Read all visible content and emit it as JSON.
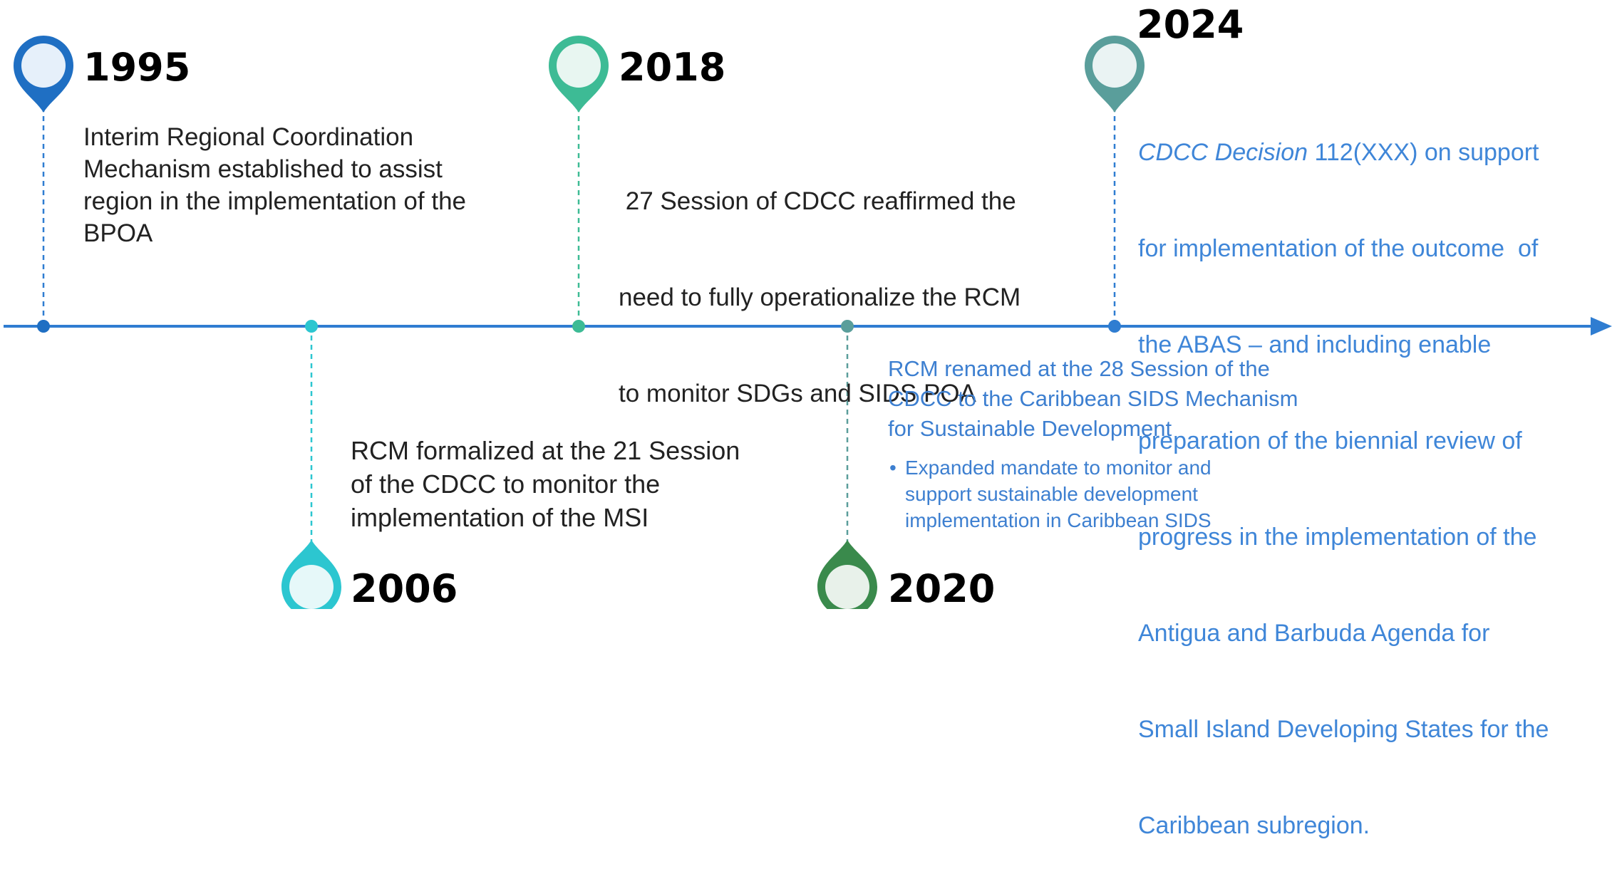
{
  "timeline": {
    "events": [
      {
        "year": "1995",
        "color": "#1f6fc3",
        "text": [
          "Interim Regional Coordination",
          "Mechanism established to assist",
          "region in the implementation of the",
          "BPOA"
        ]
      },
      {
        "year": "2006",
        "color": "#2cc6d0",
        "text": [
          "RCM formalized at the 21 Session",
          "of the CDCC to monitor the",
          "implementation of the MSI"
        ]
      },
      {
        "year": "2018",
        "color": "#3dbb95",
        "text": [
          " 27 Session of CDCC reaffirmed the",
          "need to fully operationalize the RCM",
          "to monitor SDGs and SIDS POA"
        ]
      },
      {
        "year": "2020",
        "color": "#3a8a4c",
        "text": [
          "RCM renamed at the 28 Session of the",
          "CDCC to the Caribbean SIDS Mechanism",
          "for Sustainable Development"
        ],
        "bullet": "Expanded mandate to monitor and",
        "bullet_lines": [
          "Expanded mandate to monitor and",
          "support sustainable development",
          "implementation in Caribbean SIDS"
        ]
      },
      {
        "year": "2024",
        "color": "#5a9e9b",
        "text_italic": "CDCC Decision",
        "text_first_rest": " 112(XXX) on support",
        "text": [
          "for implementation of the outcome  of",
          "the ABAS – and including enable",
          "preparation of the biennial review of",
          "progress in the implementation of the",
          "Antigua and Barbuda Agenda for",
          "Small Island Developing States for the",
          "Caribbean subregion."
        ]
      }
    ],
    "axis_color": "#2f7dd1",
    "text_blue": "#3f86d8"
  }
}
